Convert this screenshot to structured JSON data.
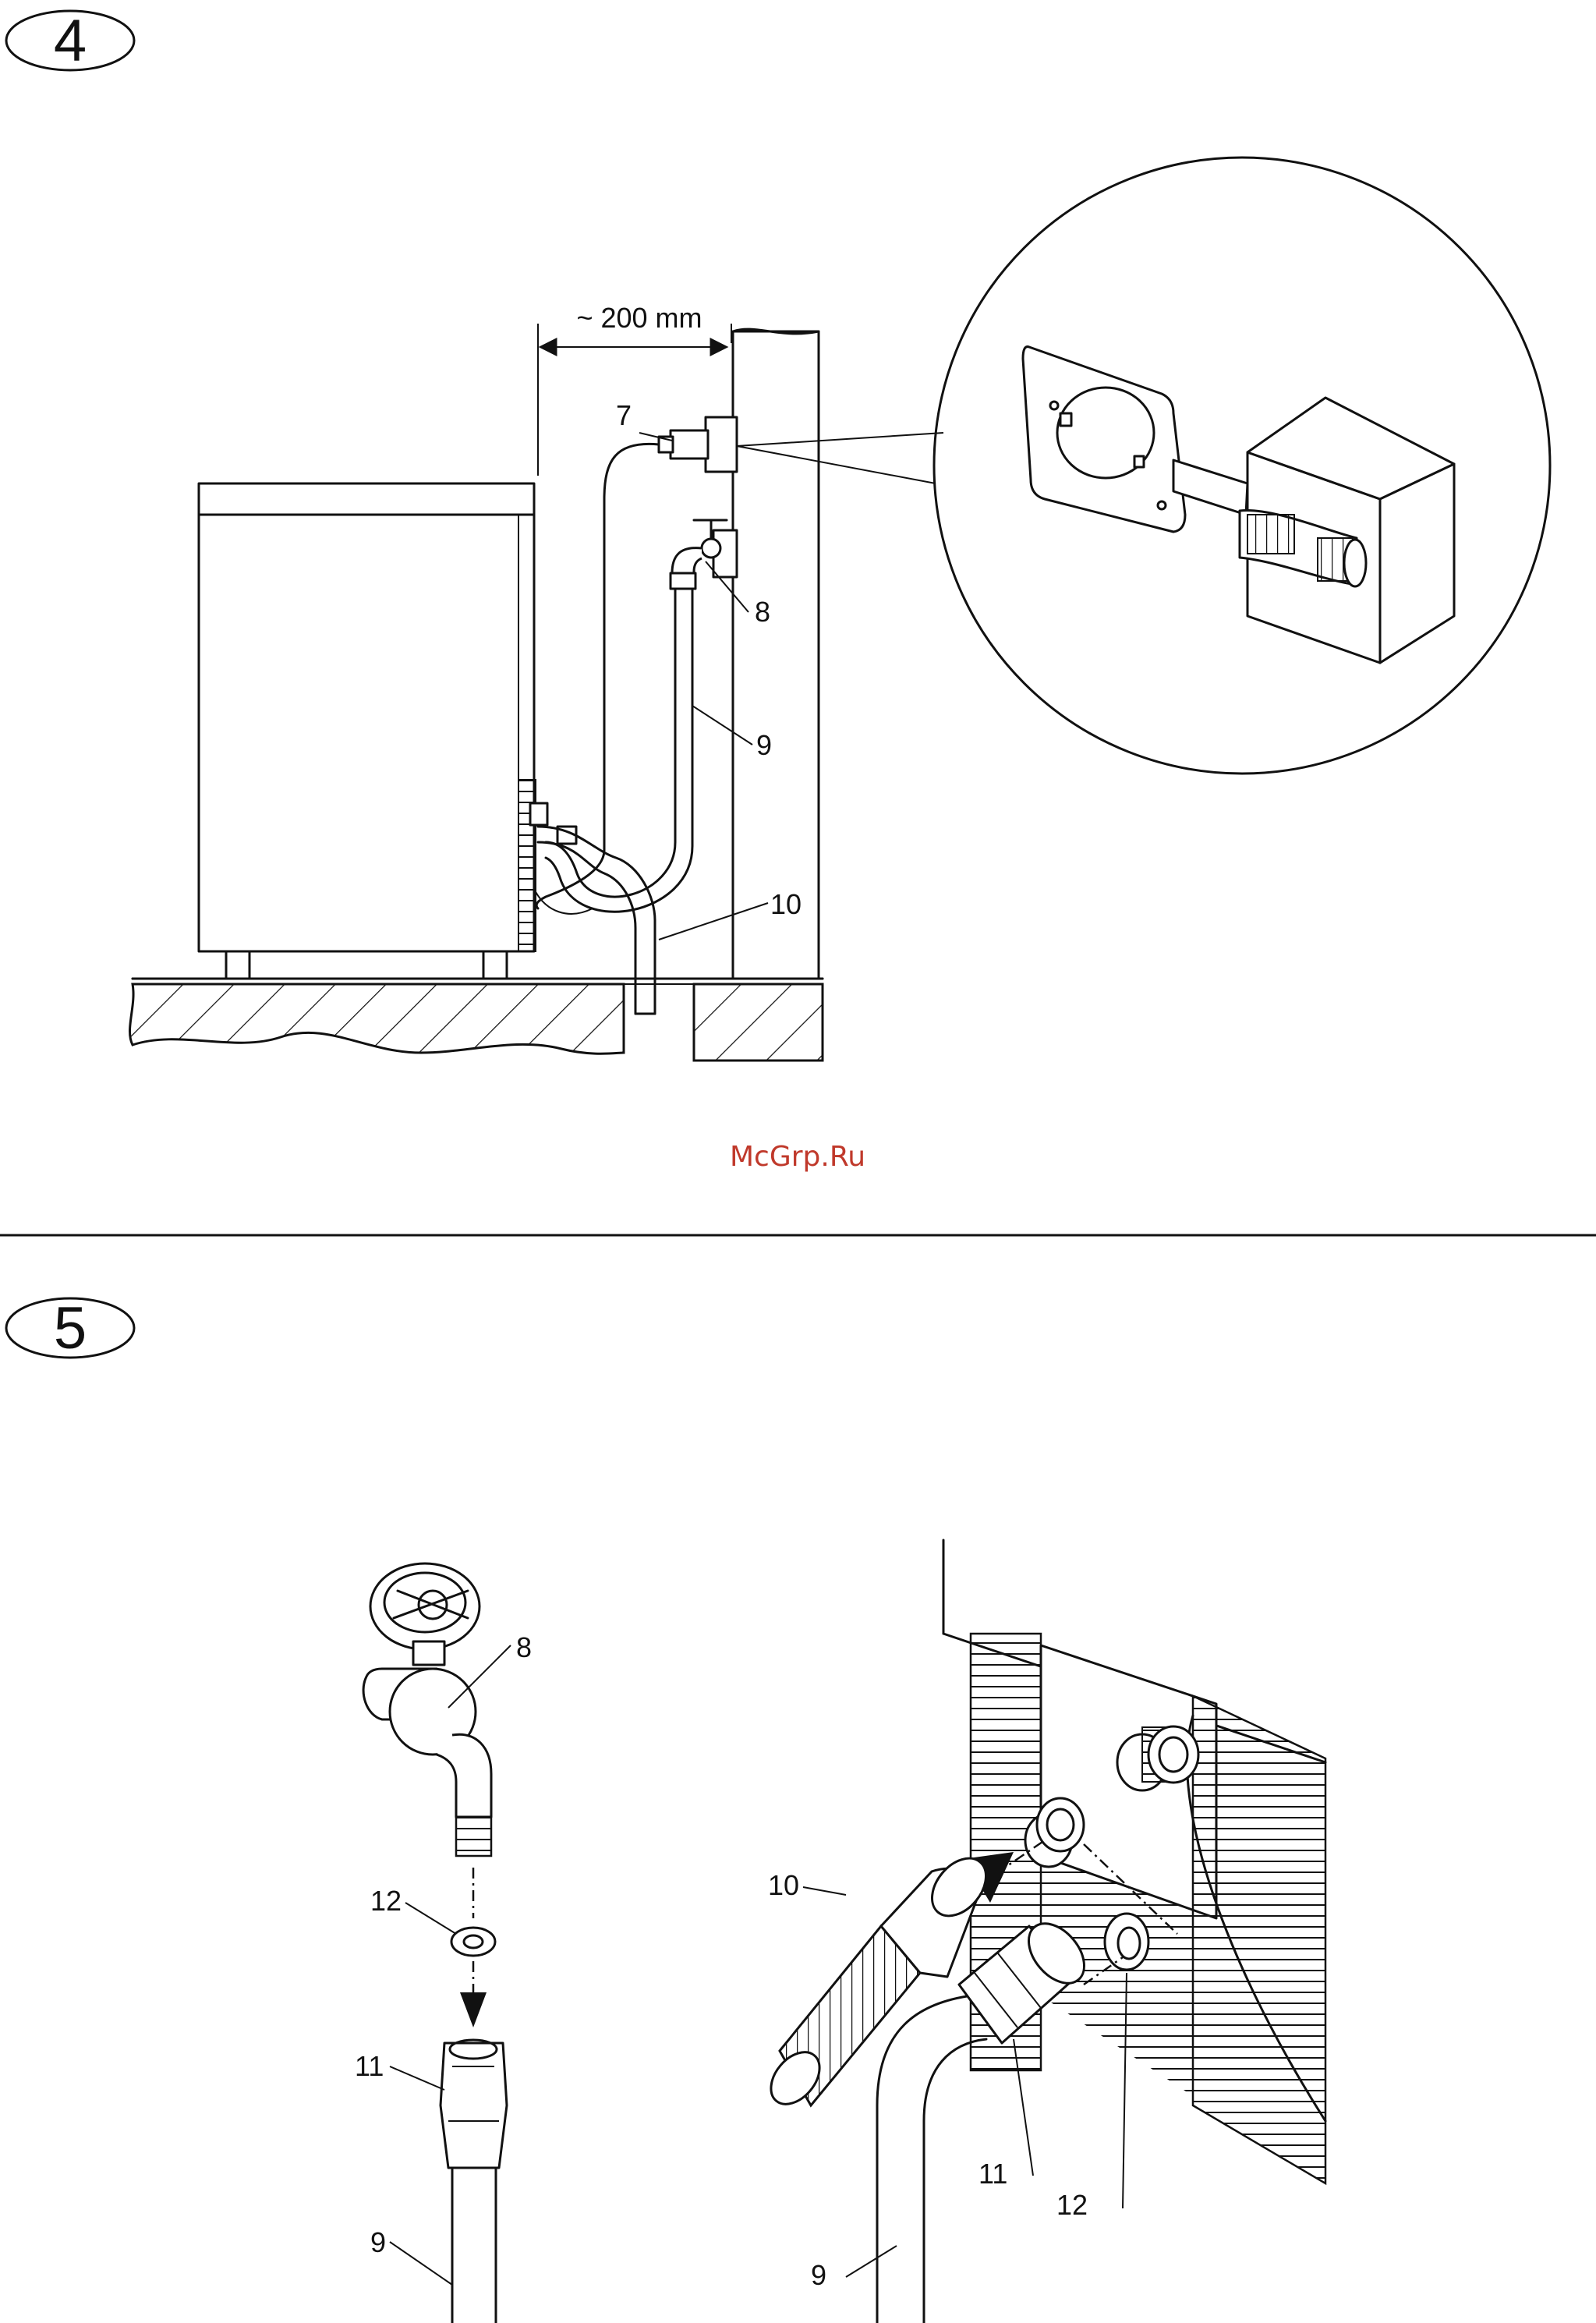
{
  "step4": {
    "number": "4",
    "dimension": "~ 200 mm",
    "labels": {
      "l7": "7",
      "l8": "8",
      "l9": "9",
      "l10": "10"
    }
  },
  "watermark": "McGrp.Ru",
  "step5": {
    "number": "5",
    "tap_labels": {
      "l8": "8",
      "l12": "12",
      "l11": "11",
      "l9": "9"
    },
    "machine_labels": {
      "l10": "10",
      "l11": "11",
      "l12": "12",
      "l9": "9"
    }
  }
}
